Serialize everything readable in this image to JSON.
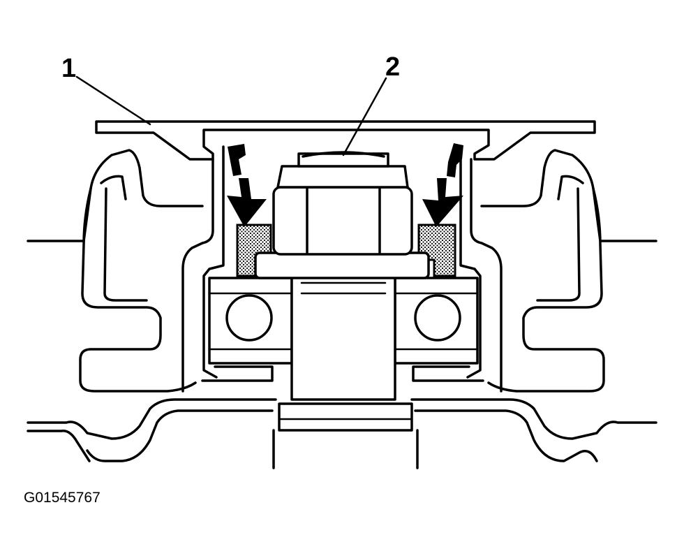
{
  "callouts": {
    "one": "1",
    "two": "2"
  },
  "figure_id": "G01545767"
}
